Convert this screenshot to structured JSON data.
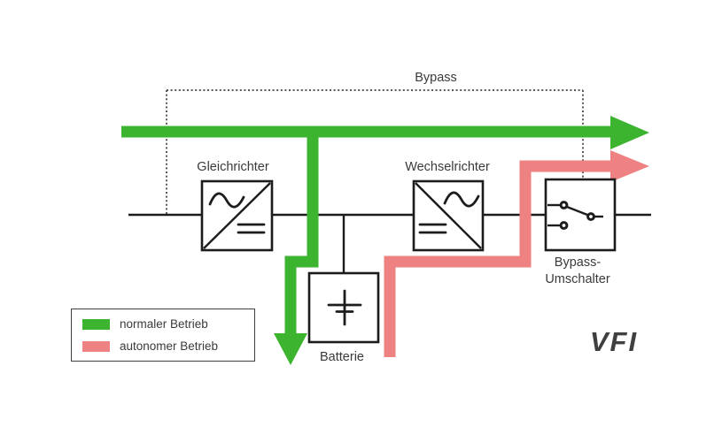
{
  "labels": {
    "bypass": "Bypass",
    "rectifier": "Gleichrichter",
    "inverter": "Wechselrichter",
    "battery": "Batterie",
    "bypass_switch_line1": "Bypass-",
    "bypass_switch_line2": "Umschalter",
    "classification": "VFI"
  },
  "legend": {
    "items": [
      {
        "label": "normaler Betrieb",
        "color": "#3cb42f"
      },
      {
        "label": "autonomer Betrieb",
        "color": "#ee8181"
      }
    ]
  },
  "colors": {
    "green": "#3cb42f",
    "red": "#ee8181",
    "line": "#1c1c1c",
    "text": "#3a3a3a",
    "dotted": "#595959",
    "background": "#ffffff"
  }
}
